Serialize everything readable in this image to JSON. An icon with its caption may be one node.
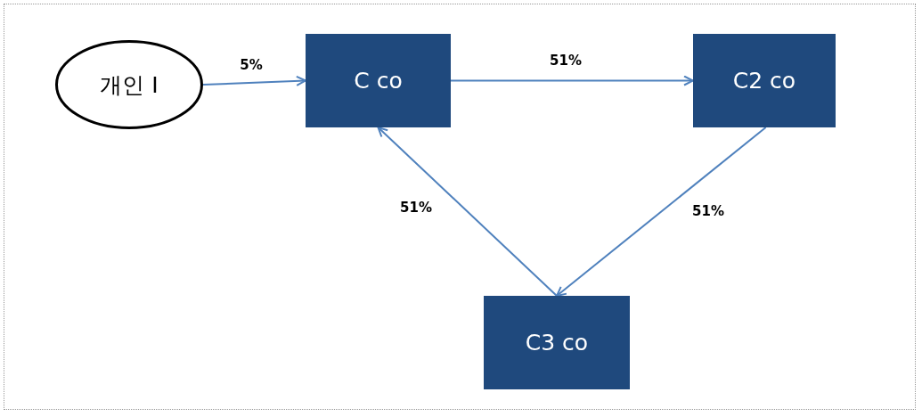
{
  "diagram": {
    "nodes": [
      {
        "text": [
          "개인 I"
        ]
      },
      {
        "text": [
          "C co"
        ]
      },
      {
        "text": [
          "C2 co"
        ]
      },
      {
        "text": [
          "C3 co"
        ]
      }
    ],
    "edges": [
      {
        "from": 0,
        "to": 1,
        "arrow": "to",
        "label": "5%"
      },
      {
        "from": 1,
        "to": 2,
        "arrow": "to",
        "label": "51%"
      },
      {
        "from": 2,
        "to": 3,
        "arrow": "to",
        "label": "51%"
      },
      {
        "from": 3,
        "to": 1,
        "arrow": "to",
        "label": "51%"
      }
    ]
  }
}
